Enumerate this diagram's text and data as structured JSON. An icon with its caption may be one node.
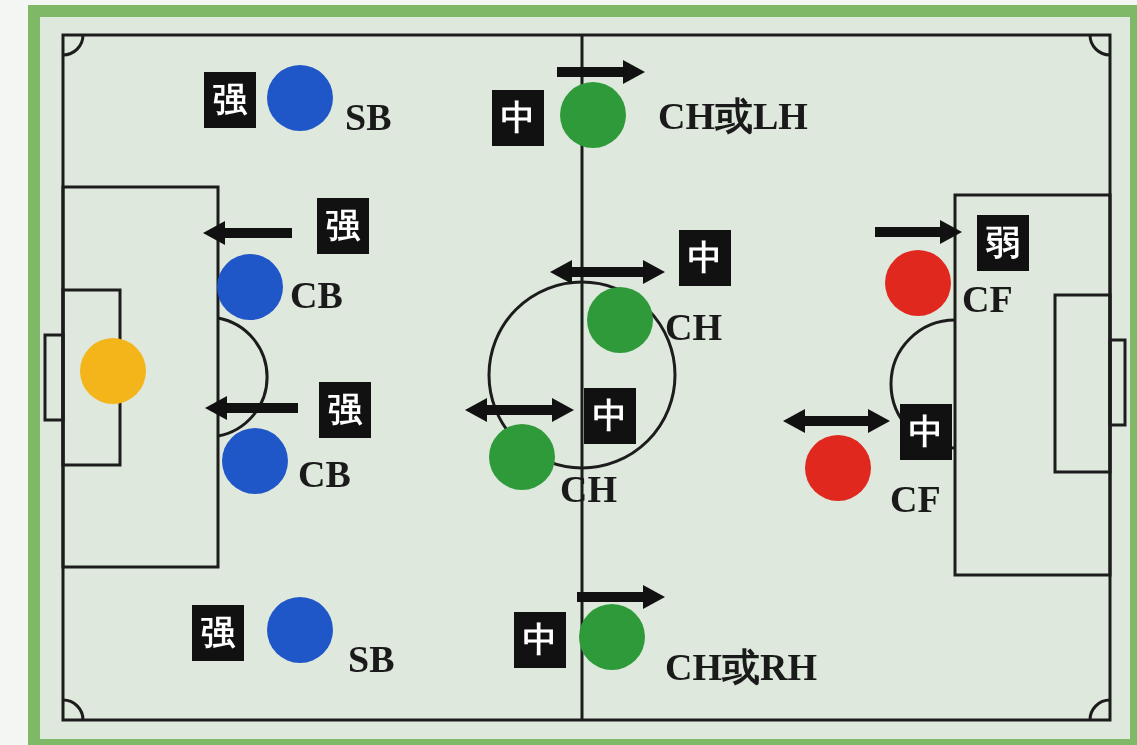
{
  "diagram": {
    "nodes": [
      {
        "text": [],
        "shape": "circle",
        "beside": [
          "SB"
        ]
      },
      {
        "text": [],
        "shape": "circle",
        "beside": [
          "CH或LH"
        ]
      },
      {
        "text": [],
        "shape": "circle",
        "beside": [
          "CB"
        ]
      },
      {
        "text": [],
        "shape": "circle",
        "beside": [
          "CF"
        ]
      },
      {
        "text": [],
        "shape": "circle"
      },
      {
        "text": [],
        "shape": "circle",
        "beside": [
          "CH"
        ]
      },
      {
        "text": [],
        "shape": "circle",
        "beside": [
          "CB"
        ]
      },
      {
        "text": [],
        "shape": "circle",
        "beside": [
          "CH"
        ]
      },
      {
        "text": [],
        "shape": "circle",
        "beside": [
          "CF"
        ]
      },
      {
        "text": [],
        "shape": "circle",
        "beside": [
          "SB"
        ]
      },
      {
        "text": [],
        "shape": "circle",
        "beside": [
          "CH或RH"
        ]
      },
      {
        "text": [
          "强"
        ]
      },
      {
        "text": [
          "中"
        ]
      },
      {
        "text": [
          "强"
        ]
      },
      {
        "text": [
          "中"
        ]
      },
      {
        "text": [
          "弱"
        ]
      },
      {
        "text": [
          "强"
        ]
      },
      {
        "text": [
          "中"
        ]
      },
      {
        "text": [
          "中"
        ]
      },
      {
        "text": [
          "强"
        ]
      },
      {
        "text": [
          "中"
        ]
      }
    ]
  }
}
